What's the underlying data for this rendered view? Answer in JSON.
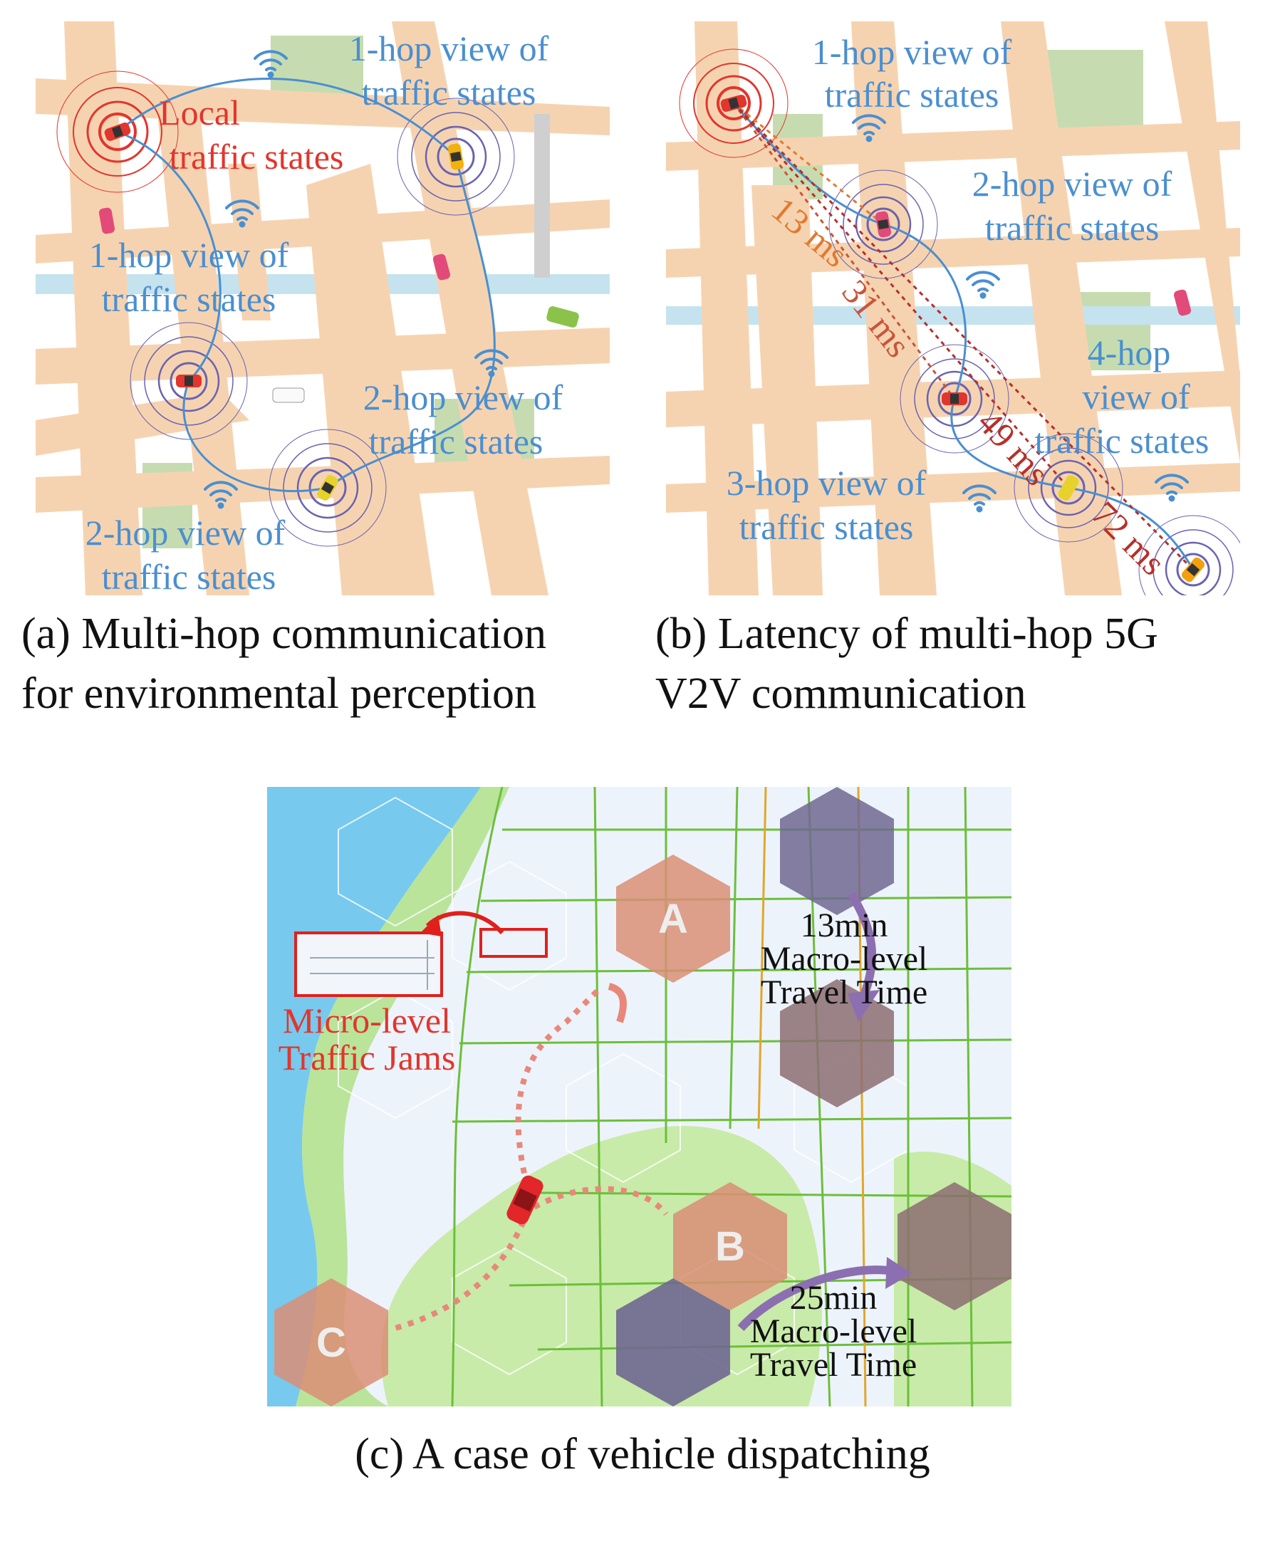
{
  "panel_a": {
    "labels": {
      "local": [
        "Local",
        "traffic states"
      ],
      "hop1_top": [
        "1-hop view of",
        "traffic states"
      ],
      "hop1_left": [
        "1-hop view of",
        "traffic states"
      ],
      "hop2_right": [
        "2-hop view of",
        "traffic states"
      ],
      "hop2_bottom": [
        "2-hop view of",
        "traffic states"
      ]
    },
    "caption": [
      "(a) Multi-hop communication",
      "for environmental perception"
    ]
  },
  "panel_b": {
    "labels": {
      "hop1": [
        "1-hop view of",
        "traffic states"
      ],
      "hop2": [
        "2-hop view of",
        "traffic states"
      ],
      "hop3": [
        "3-hop view of",
        "traffic states"
      ],
      "hop4": [
        "4-hop",
        "view of",
        "traffic states"
      ]
    },
    "latencies": [
      "13 ms",
      "31 ms",
      "49 ms",
      "72 ms"
    ],
    "caption": [
      "(b) Latency of multi-hop 5G",
      "V2V communication"
    ]
  },
  "panel_c": {
    "hex_labels": [
      "A",
      "B",
      "C"
    ],
    "jam_label": [
      "Micro-level",
      "Traffic Jams"
    ],
    "travel_top": [
      "13min",
      "Macro-level",
      "Travel Time"
    ],
    "travel_bottom": [
      "25min",
      "Macro-level",
      "Travel Time"
    ],
    "caption": "(c) A case of vehicle dispatching"
  },
  "colors": {
    "road": "#f6d3b0",
    "park": "#c6dcb0",
    "river": "#c4e3ee",
    "comm_blue": "#4a8fd0",
    "local_red": "#e2352d",
    "latency_orange": "#e07a30",
    "latency_red": "#b5302a",
    "water": "#77c9ee",
    "green": "#b9e49a",
    "hex_orange": "#d98e76",
    "hex_purple": "#6f6790",
    "hex_mauve": "#8c6d72"
  }
}
